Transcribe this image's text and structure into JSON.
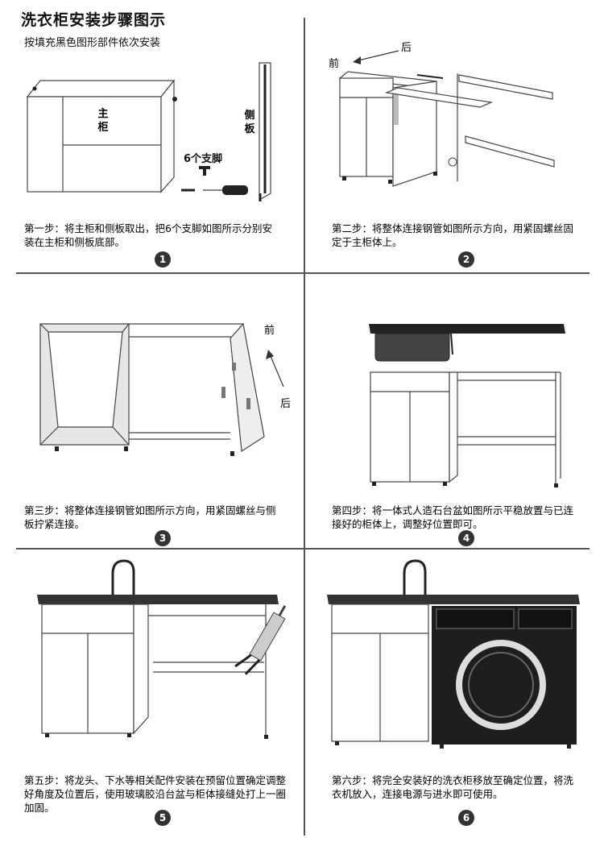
{
  "header": {
    "title": "洗衣柜安装步骤图示",
    "subtitle": "按填充黑色图形部件依次安装"
  },
  "panel1": {
    "main_cabinet_label": "主柜",
    "side_panel_label": "侧板",
    "legs_label": "6个支脚",
    "step_text": "第一步：将主柜和侧板取出，把6个支脚如图所示分别安装在主柜和侧板底部。",
    "number": "1"
  },
  "panel2": {
    "front_label": "前",
    "back_label": "后",
    "step_text": "第二步：将整体连接钢管如图所示方向，用紧固螺丝固定于主柜体上。",
    "number": "2"
  },
  "panel3": {
    "front_label": "前",
    "back_label": "后",
    "step_text": "第三步：将整体连接钢管如图所示方向，用紧固螺丝与侧板拧紧连接。",
    "number": "3"
  },
  "panel4": {
    "step_text": "第四步：将一体式人造石台盆如图所示平稳放置与已连接好的柜体上，调整好位置即可。",
    "number": "4"
  },
  "panel5": {
    "step_text": "第五步：将龙头、下水等相关配件安装在预留位置确定调整好角度及位置后，使用玻璃胶沿台盆与柜体接缝处打上一圈加固。",
    "number": "5"
  },
  "panel6": {
    "step_text": "第六步：将完全安装好的洗衣柜移放至确定位置，将洗衣机放入，连接电源与进水即可使用。",
    "number": "6"
  }
}
